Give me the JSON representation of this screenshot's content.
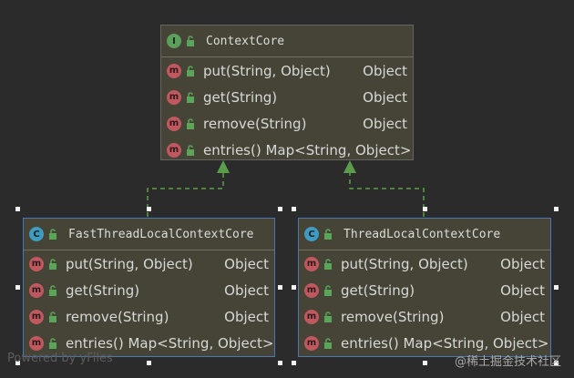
{
  "diagram": {
    "interface_node": {
      "kind": "I",
      "title": "ContextCore",
      "methods": [
        {
          "badge": "m",
          "name": "put(String, Object)",
          "type": "Object"
        },
        {
          "badge": "m",
          "name": "get(String)",
          "type": "Object"
        },
        {
          "badge": "m",
          "name": "remove(String)",
          "type": "Object"
        },
        {
          "badge": "m",
          "signature": "entries() Map<String, Object>"
        }
      ]
    },
    "left_class_node": {
      "kind": "C",
      "title": "FastThreadLocalContextCore",
      "methods": [
        {
          "badge": "m",
          "name": "put(String, Object)",
          "type": "Object"
        },
        {
          "badge": "m",
          "name": "get(String)",
          "type": "Object"
        },
        {
          "badge": "m",
          "name": "remove(String)",
          "type": "Object"
        },
        {
          "badge": "m",
          "signature": "entries() Map<String, Object>"
        }
      ]
    },
    "right_class_node": {
      "kind": "C",
      "title": "ThreadLocalContextCore",
      "methods": [
        {
          "badge": "m",
          "name": "put(String, Object)",
          "type": "Object"
        },
        {
          "badge": "m",
          "name": "get(String)",
          "type": "Object"
        },
        {
          "badge": "m",
          "name": "remove(String)",
          "type": "Object"
        },
        {
          "badge": "m",
          "signature": "entries() Map<String, Object>"
        }
      ]
    },
    "colors": {
      "background": "#2b2b2b",
      "node_fill": "#464436",
      "selected_border": "#4a78b5",
      "edge": "#5a9e4b",
      "interface_badge": "#5c9e5c",
      "class_badge": "#3e9bc1",
      "method_badge": "#c0585f"
    }
  },
  "footer": {
    "powered_by": "Powered by yFiles",
    "watermark": "@稀土掘金技术社区"
  }
}
